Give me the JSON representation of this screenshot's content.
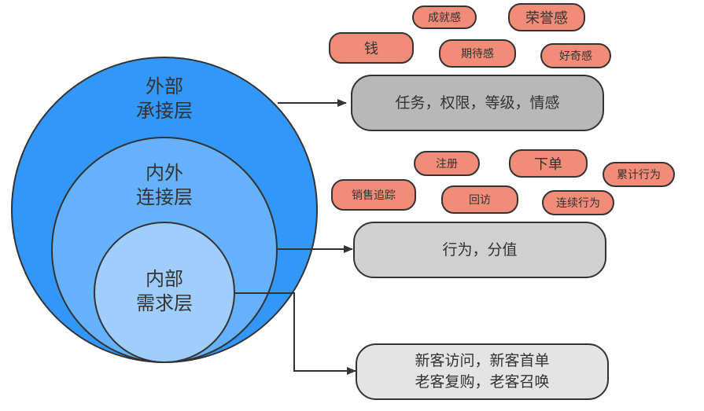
{
  "colors": {
    "outer_layer": "#3396f9",
    "middle_layer": "#66b1fb",
    "inner_layer": "#9fcdfc",
    "tag_fill": "#f08c77",
    "box_outer_fill": "#b8b8b8",
    "box_middle_fill": "#d0d0d0",
    "box_inner_fill": "#e4e4e4",
    "stroke": "#333333"
  },
  "layers": {
    "outer": {
      "line1": "外部",
      "line2": "承接层"
    },
    "middle": {
      "line1": "内外",
      "line2": "连接层"
    },
    "inner": {
      "line1": "内部",
      "line2": "需求层"
    }
  },
  "outer_tags": [
    "成就感",
    "荣誉感",
    "钱",
    "期待感",
    "好奇感"
  ],
  "middle_tags": [
    "注册",
    "下单",
    "累计行为",
    "销售追踪",
    "回访",
    "连续行为"
  ],
  "boxes": {
    "outer": {
      "text": "任务，权限，等级，情感"
    },
    "middle": {
      "text": "行为，分值"
    },
    "inner": {
      "line1": "新客访问，新客首单",
      "line2": "老客复购，老客召唤"
    }
  }
}
